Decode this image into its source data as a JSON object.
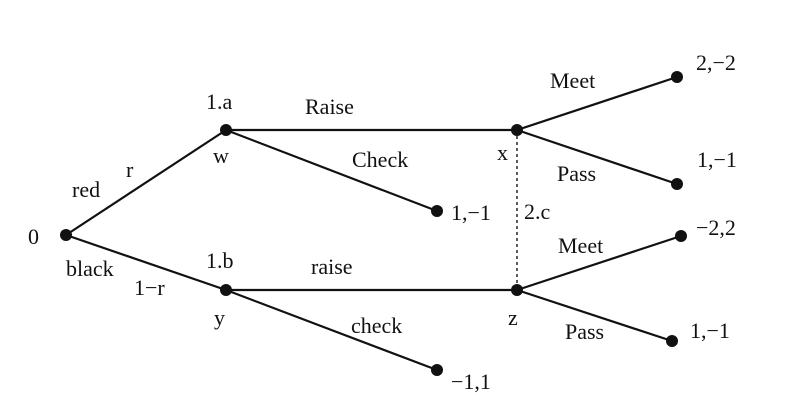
{
  "root": {
    "player": "0"
  },
  "chance_branches": {
    "red": "red",
    "red_prob": "r",
    "black": "black",
    "black_prob": "1−r"
  },
  "nodes": {
    "a": {
      "player": "1.a",
      "name": "w"
    },
    "b": {
      "player": "1.b",
      "name": "y"
    },
    "x": {
      "name": "x"
    },
    "z": {
      "name": "z"
    },
    "info_set": "2.c"
  },
  "actions": {
    "a_raise": "Raise",
    "a_check": "Check",
    "b_raise": "raise",
    "b_check": "check",
    "x_meet": "Meet",
    "x_pass": "Pass",
    "z_meet": "Meet",
    "z_pass": "Pass"
  },
  "payoffs": {
    "a_check": "1,−1",
    "b_check": "−1,1",
    "x_meet": "2,−2",
    "x_pass": "1,−1",
    "z_meet": "−2,2",
    "z_pass": "1,−1"
  }
}
